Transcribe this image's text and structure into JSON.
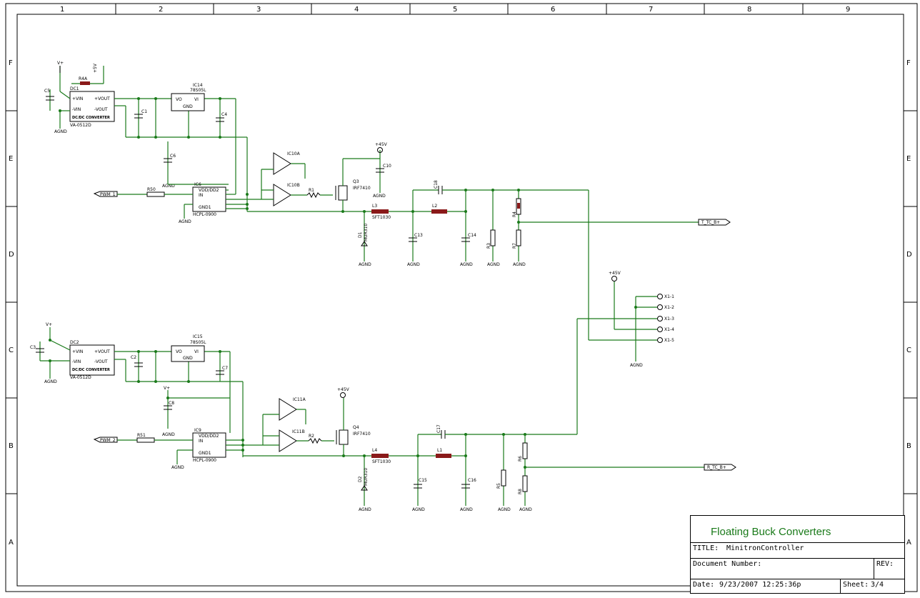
{
  "zones": {
    "columns": [
      "1",
      "2",
      "3",
      "4",
      "5",
      "6",
      "7",
      "8",
      "9"
    ],
    "rows": [
      "F",
      "E",
      "D",
      "C",
      "B",
      "A"
    ]
  },
  "title_block": {
    "heading": "Floating Buck Converters",
    "title_label": "TITLE:",
    "title_value": "MinitronController",
    "doc_label": "Document Number:",
    "rev_label": "REV:",
    "date_label": "Date:",
    "date_value": "9/23/2007 12:25:36p",
    "sheet_label": "Sheet:",
    "sheet_value": "3/4"
  },
  "top_channel": {
    "dcdc": {
      "ref": "DC1",
      "pin_vin_p": "+VIN",
      "pin_vout_p": "+VOUT",
      "pin_vin_n": "-VIN",
      "pin_vout_n": "-VOUT",
      "name": "DC/DC CONVERTER",
      "part": "VA-0512D"
    },
    "reg": {
      "ref": "IC14",
      "part": "78S05L",
      "vo": "VO",
      "vi": "VI",
      "gnd": "GND"
    },
    "opto": {
      "ref": "IC6",
      "vdd": "VDD/DD2",
      "in": "IN",
      "gnd": "GND1",
      "part": "HCPL-0900"
    },
    "opamp_a": "IC10A",
    "opamp_b": "IC10B",
    "r_in": "R1",
    "r_pwm": "R50",
    "r_top": "R4A",
    "mosfet": {
      "ref": "Q3",
      "part": "IRF7410"
    },
    "inductor_drive": {
      "ref": "L3",
      "part": "SFT1030"
    },
    "inductor_out": "L2",
    "diode": {
      "ref": "D1",
      "part": "MUR310"
    },
    "caps": [
      "C5",
      "C1",
      "C4",
      "C6",
      "C10",
      "C13",
      "C14",
      "C18"
    ],
    "resistors": [
      "R3",
      "R4",
      "R7"
    ],
    "pwm_label": "PWM_1",
    "out_label": "T_TC_B+",
    "supply_label": "+45V",
    "vplus": "V+",
    "v5": "+5V",
    "gnd": "AGND"
  },
  "bottom_channel": {
    "dcdc": {
      "ref": "DC2",
      "pin_vin_p": "+VIN",
      "pin_vout_p": "+VOUT",
      "pin_vin_n": "-VIN",
      "pin_vout_n": "-VOUT",
      "name": "DC/DC CONVERTER",
      "part": "VA-0512D"
    },
    "reg": {
      "ref": "IC15",
      "part": "78S05L",
      "vo": "VO",
      "vi": "VI",
      "gnd": "GND"
    },
    "opto": {
      "ref": "IC9",
      "vdd": "VDD/DD2",
      "in": "IN",
      "gnd": "GND1",
      "part": "HCPL-0900"
    },
    "opamp_a": "IC11A",
    "opamp_b": "IC11B",
    "r_in": "R2",
    "r_pwm": "R51",
    "mosfet": {
      "ref": "Q4",
      "part": "IRF7410"
    },
    "inductor_drive": {
      "ref": "L4",
      "part": "SFT1030"
    },
    "inductor_out": "L1",
    "diode": {
      "ref": "D2",
      "part": "MUR310"
    },
    "caps": [
      "C3",
      "C2",
      "C7",
      "C8",
      "C15",
      "C16",
      "C17"
    ],
    "resistors": [
      "R5",
      "R6",
      "R8"
    ],
    "pwm_label": "PWM_2",
    "out_label": "R_TC_B+",
    "supply_label": "+45V",
    "vplus": "V+",
    "gnd": "AGND"
  },
  "connector": {
    "supply_label": "+45V",
    "pins": [
      "X1-1",
      "X1-2",
      "X1-3",
      "X1-4",
      "X1-5"
    ],
    "gnd": "AGND"
  }
}
